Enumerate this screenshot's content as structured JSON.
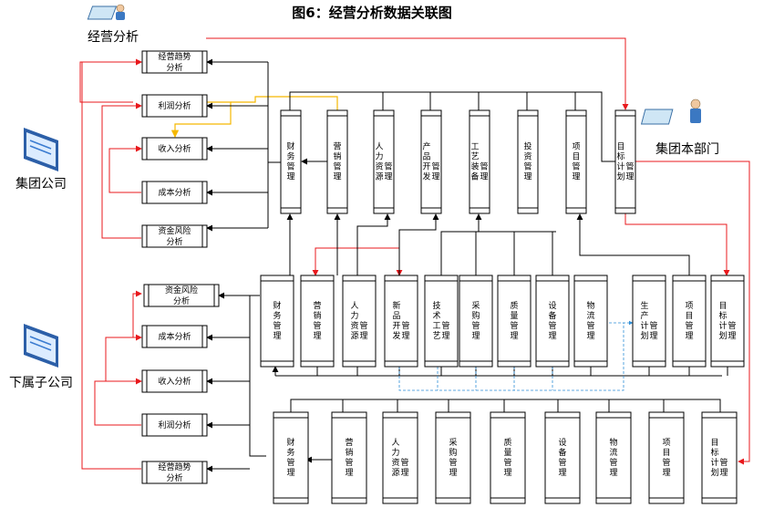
{
  "title": "图6：经营分析数据关联图",
  "actors": {
    "analysis": "经营分析",
    "group_company": "集团公司",
    "group_hq": "集团本部门",
    "subsidiary": "下属子公司"
  },
  "group_analysis": [
    "经营趋势分析",
    "利润分析",
    "收入分析",
    "成本分析",
    "资金风险分析"
  ],
  "sub_analysis": [
    "资金风险分析",
    "成本分析",
    "收入分析",
    "利润分析",
    "经营趋势分析"
  ],
  "group_departments": [
    "财务管理",
    "营销管理",
    "人力资源管理",
    "产品开发管理",
    "工艺装备管理",
    "投资管理",
    "项目管理",
    "目标计划管理"
  ],
  "sub_departments": [
    "财务管理",
    "营销管理",
    "人力资源管理",
    "新品开发管理",
    "技术工艺管理",
    "采购管理",
    "质量管理",
    "设备管理",
    "物流管理",
    "生产计划管理",
    "项目管理",
    "目标计划管理"
  ],
  "bottom_departments": [
    "财务管理",
    "营销管理",
    "人力资源管理",
    "采购管理",
    "质量管理",
    "设备管理",
    "物流管理",
    "项目管理",
    "目标计划管理"
  ]
}
